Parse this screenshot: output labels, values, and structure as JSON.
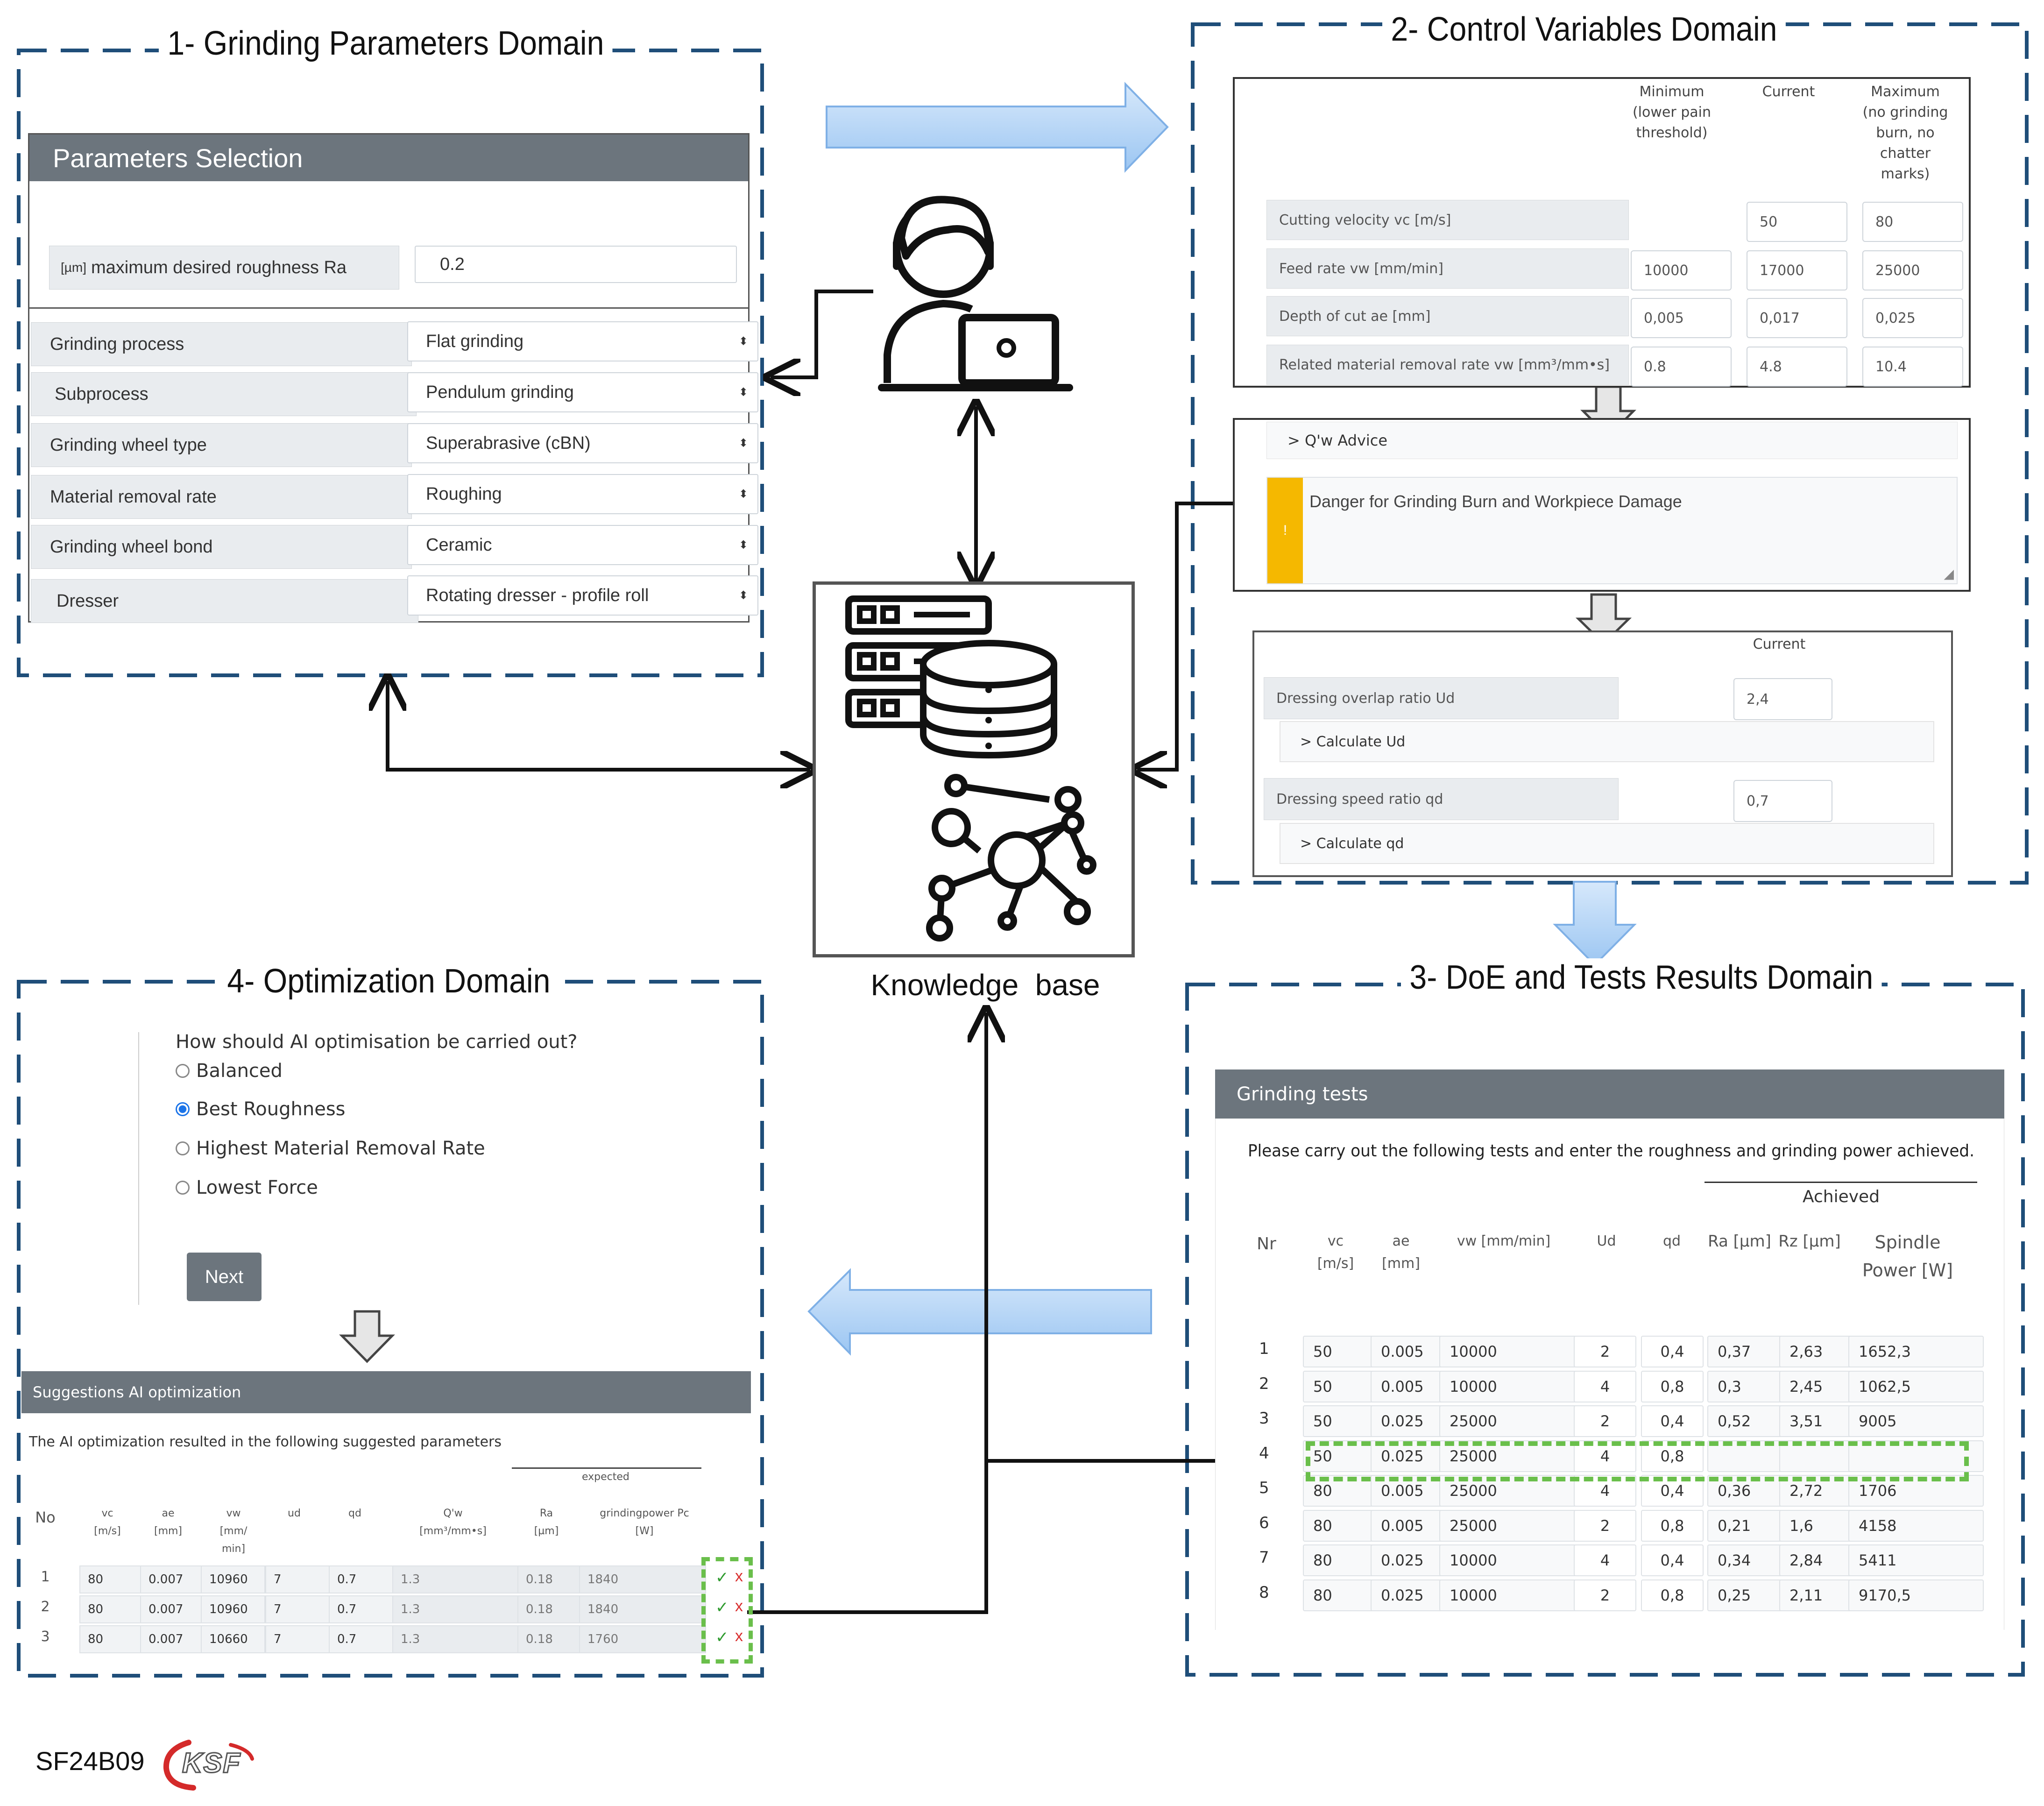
{
  "domains": {
    "d1": "1- Grinding Parameters Domain",
    "d2": "2- Control Variables Domain",
    "d3": "3- DoE and Tests Results Domain",
    "d4": "4- Optimization Domain"
  },
  "knowledge_base": {
    "label": "Knowledge  base"
  },
  "footer": {
    "code": "SF24B09",
    "logo_text": "KSF"
  },
  "parameters": {
    "title": "Parameters Selection",
    "roughness_unit": "[µm]",
    "roughness_label": "maximum desired roughness Ra",
    "roughness_value": "0.2",
    "rows": [
      {
        "label": "Grinding process",
        "value": "Flat grinding"
      },
      {
        "label": "Subprocess",
        "value": "Pendulum grinding"
      },
      {
        "label": "Grinding wheel type",
        "value": "Superabrasive (cBN)"
      },
      {
        "label": "Material removal rate",
        "value": "Roughing"
      },
      {
        "label": "Grinding wheel bond",
        "value": "Ceramic"
      },
      {
        "label": "Dresser",
        "value": "Rotating dresser - profile roll"
      }
    ]
  },
  "control": {
    "headers": [
      "Minimum\n(lower pain\nthreshold)",
      "Current",
      "Maximum\n(no grinding\nburn, no\nchatter\nmarks)"
    ],
    "rows": [
      {
        "label": "Cutting velocity vc [m/s]",
        "min": "",
        "cur": "50",
        "max": "80"
      },
      {
        "label": "Feed rate vw [mm/min]",
        "min": "10000",
        "cur": "17000",
        "max": "25000"
      },
      {
        "label": "Depth of cut ae [mm]",
        "min": "0,005",
        "cur": "0,017",
        "max": "0,025"
      },
      {
        "label": "Related material removal rate vw [mm³/mm•s]",
        "min": "0.8",
        "cur": "4.8",
        "max": "10.4"
      }
    ],
    "advice_label": "> Q'w Advice",
    "warning_icon": "!",
    "warning_text": "Danger for Grinding Burn and Workpiece Damage",
    "dressing_current": "Current",
    "dressing_overlap_label": "Dressing overlap ratio Ud",
    "dressing_overlap_value": "2,4",
    "calc_ud": "> Calculate Ud",
    "dressing_speed_label": "Dressing speed ratio qd",
    "dressing_speed_value": "0,7",
    "calc_qd": "> Calculate qd"
  },
  "tests": {
    "title": "Grinding tests",
    "instruction": "Please carry out the following tests and enter the roughness and grinding power achieved.",
    "achieved": "Achieved",
    "headers": [
      "Nr",
      "vc\n[m/s]",
      "ae\n[mm]",
      "vw [mm/min]",
      "Ud",
      "qd",
      "Ra [µm]",
      "Rz [µm]",
      "Spindle\nPower [W]"
    ],
    "rows": [
      [
        "1",
        "50",
        "0.005",
        "10000",
        "2",
        "0,4",
        "0,37",
        "2,63",
        "1652,3"
      ],
      [
        "2",
        "50",
        "0.005",
        "10000",
        "4",
        "0,8",
        "0,3",
        "2,45",
        "1062,5"
      ],
      [
        "3",
        "50",
        "0.025",
        "25000",
        "2",
        "0,4",
        "0,52",
        "3,51",
        "9005"
      ],
      [
        "4",
        "50",
        "0.025",
        "25000",
        "4",
        "0,8",
        "",
        "",
        ""
      ],
      [
        "5",
        "80",
        "0.005",
        "25000",
        "4",
        "0,4",
        "0,36",
        "2,72",
        "1706"
      ],
      [
        "6",
        "80",
        "0.005",
        "25000",
        "2",
        "0,8",
        "0,21",
        "1,6",
        "4158"
      ],
      [
        "7",
        "80",
        "0.025",
        "10000",
        "4",
        "0,4",
        "0,34",
        "2,84",
        "5411"
      ],
      [
        "8",
        "80",
        "0.025",
        "10000",
        "2",
        "0,8",
        "0,25",
        "2,11",
        "9170,5"
      ]
    ]
  },
  "optimization": {
    "question": "How should AI optimisation be carried out?",
    "options": [
      {
        "label": "Balanced",
        "selected": false
      },
      {
        "label": "Best Roughness",
        "selected": true
      },
      {
        "label": "Highest Material Removal Rate",
        "selected": false
      },
      {
        "label": "Lowest Force",
        "selected": false
      }
    ],
    "next_label": "Next",
    "suggest_title": "Suggestions AI optimization",
    "suggest_text": "The AI optimization resulted in the following suggested parameters",
    "expected": "expected",
    "headers": [
      "No",
      "vc\n[m/s]",
      "ae\n[mm]",
      "vw\n[mm/\nmin]",
      "ud",
      "qd",
      "Q'w\n[mm³/mm•s]",
      "Ra\n[µm]",
      "grindingpower Pc\n[W]"
    ],
    "rows": [
      [
        "1",
        "80",
        "0.007",
        "10960",
        "7",
        "0.7",
        "1.3",
        "0.18",
        "1840"
      ],
      [
        "2",
        "80",
        "0.007",
        "10960",
        "7",
        "0.7",
        "1.3",
        "0.18",
        "1840"
      ],
      [
        "3",
        "80",
        "0.007",
        "10660",
        "7",
        "0.7",
        "1.3",
        "0.18",
        "1760"
      ]
    ],
    "check": "✓",
    "cross": "x"
  }
}
